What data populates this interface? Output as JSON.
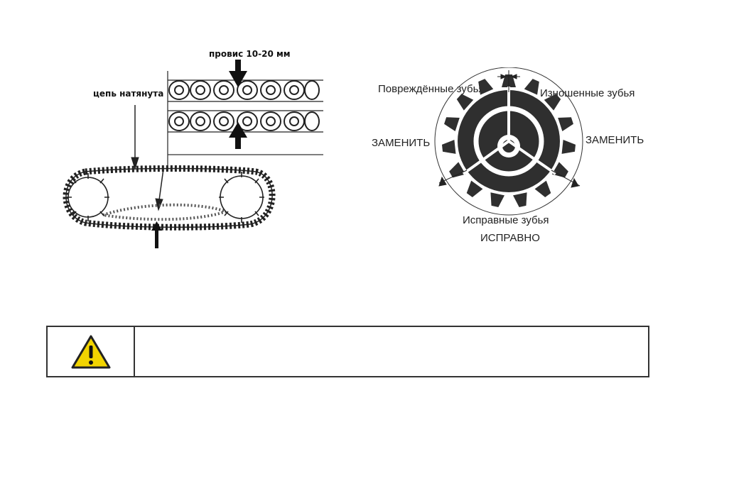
{
  "chain_figure": {
    "sag_label": "провис 10-20 мм",
    "tight_label": "цепь натянута"
  },
  "sprocket_figure": {
    "damaged_label": "Повреждённые зубья",
    "worn_label": "Изношенные зубья",
    "replace_left": "ЗАМЕНИТЬ",
    "replace_right": "ЗАМЕНИТЬ",
    "good_teeth_label": "Исправные зубья",
    "ok_label": "ИСПРАВНО"
  },
  "warning": {
    "icon": "warning-triangle-icon",
    "icon_color": "#f2d400",
    "text": ""
  }
}
